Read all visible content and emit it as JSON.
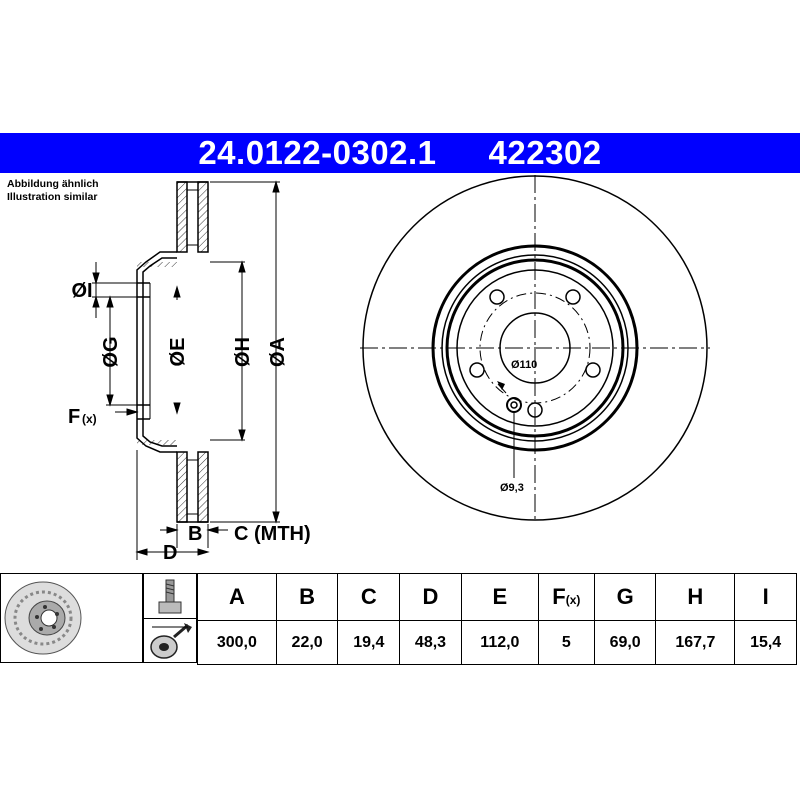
{
  "header": {
    "part_number": "24.0122-0302.1",
    "ref_number": "422302"
  },
  "note": {
    "line1": "Abbildung ähnlich",
    "line2": "Illustration similar"
  },
  "side_view_labels": {
    "I": "ØI",
    "G": "ØG",
    "E": "ØE",
    "H": "ØH",
    "A": "ØA",
    "F": "F",
    "F_sub": "(x)",
    "B": "B",
    "C": "C (MTH)",
    "D": "D"
  },
  "front_view_labels": {
    "pcd": "Ø110",
    "hole": "Ø9,3"
  },
  "spec_table": {
    "headers": [
      "A",
      "B",
      "C",
      "D",
      "E",
      "F",
      "G",
      "H",
      "I"
    ],
    "f_sub": "(x)",
    "values": [
      "300,0",
      "22,0",
      "19,4",
      "48,3",
      "112,0",
      "5",
      "69,0",
      "167,7",
      "15,4"
    ]
  },
  "icons": {
    "disc": "brake-disc-icon",
    "bolt": "bolt-icon",
    "wheel": "wheel-hub-icon"
  }
}
